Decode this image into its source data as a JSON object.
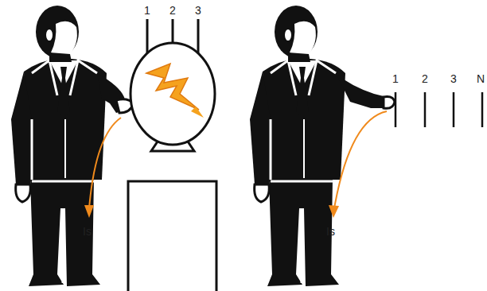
{
  "diagram": {
    "labels": [
      "1",
      "2",
      "3",
      "Is",
      "1",
      "2",
      "3",
      "N",
      "Is"
    ]
  }
}
